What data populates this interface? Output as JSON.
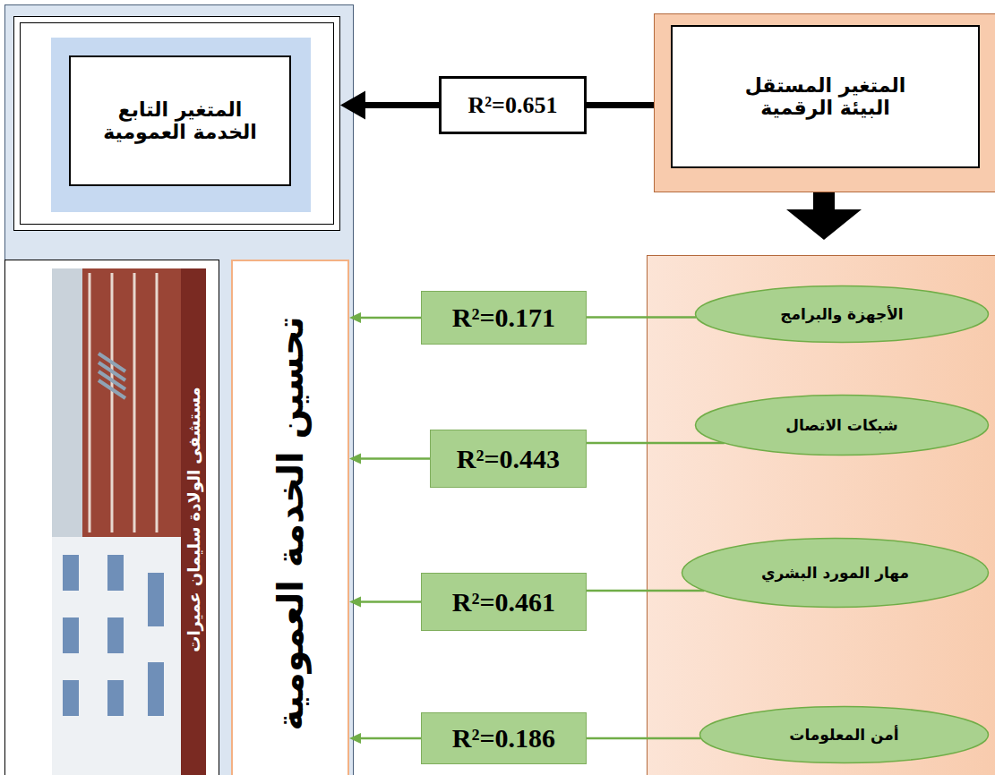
{
  "diagram": {
    "nodes": [
      {
        "text": [
          "المتغير المستقل",
          "البيئة الرقمية"
        ]
      },
      {
        "text": [
          "R²=0.651"
        ]
      },
      {
        "text": [
          "المتغير التابع",
          "الخدمة العمومية"
        ]
      },
      {
        "text": [
          "تحسين الخدمة العمومية"
        ]
      },
      {
        "text": [
          "الأجهزة والبرامج"
        ]
      },
      {
        "text": [
          "R²=0.171"
        ]
      },
      {
        "text": [
          "شبكات الاتصال"
        ]
      },
      {
        "text": [
          "R²=0.443"
        ]
      },
      {
        "text": [
          "مهار المورد البشري"
        ]
      },
      {
        "text": [
          "R²=0.461"
        ]
      },
      {
        "text": [
          "أمن المعلومات"
        ]
      },
      {
        "text": [
          "R²=0.186"
        ]
      }
    ],
    "edges": [
      {
        "from": 0,
        "to": 1,
        "arrow": "none"
      },
      {
        "from": 1,
        "to": 2,
        "arrow": "to"
      },
      {
        "from": 4,
        "to": 5,
        "arrow": "none"
      },
      {
        "from": 5,
        "to": 3,
        "arrow": "to"
      },
      {
        "from": 6,
        "to": 7,
        "arrow": "none"
      },
      {
        "from": 7,
        "to": 3,
        "arrow": "to"
      },
      {
        "from": 8,
        "to": 9,
        "arrow": "none"
      },
      {
        "from": 9,
        "to": 3,
        "arrow": "to"
      },
      {
        "from": 10,
        "to": 11,
        "arrow": "none"
      },
      {
        "from": 11,
        "to": 3,
        "arrow": "to"
      }
    ],
    "labels": [
      "مستشفى الولادة سليمان عميرات"
    ]
  }
}
